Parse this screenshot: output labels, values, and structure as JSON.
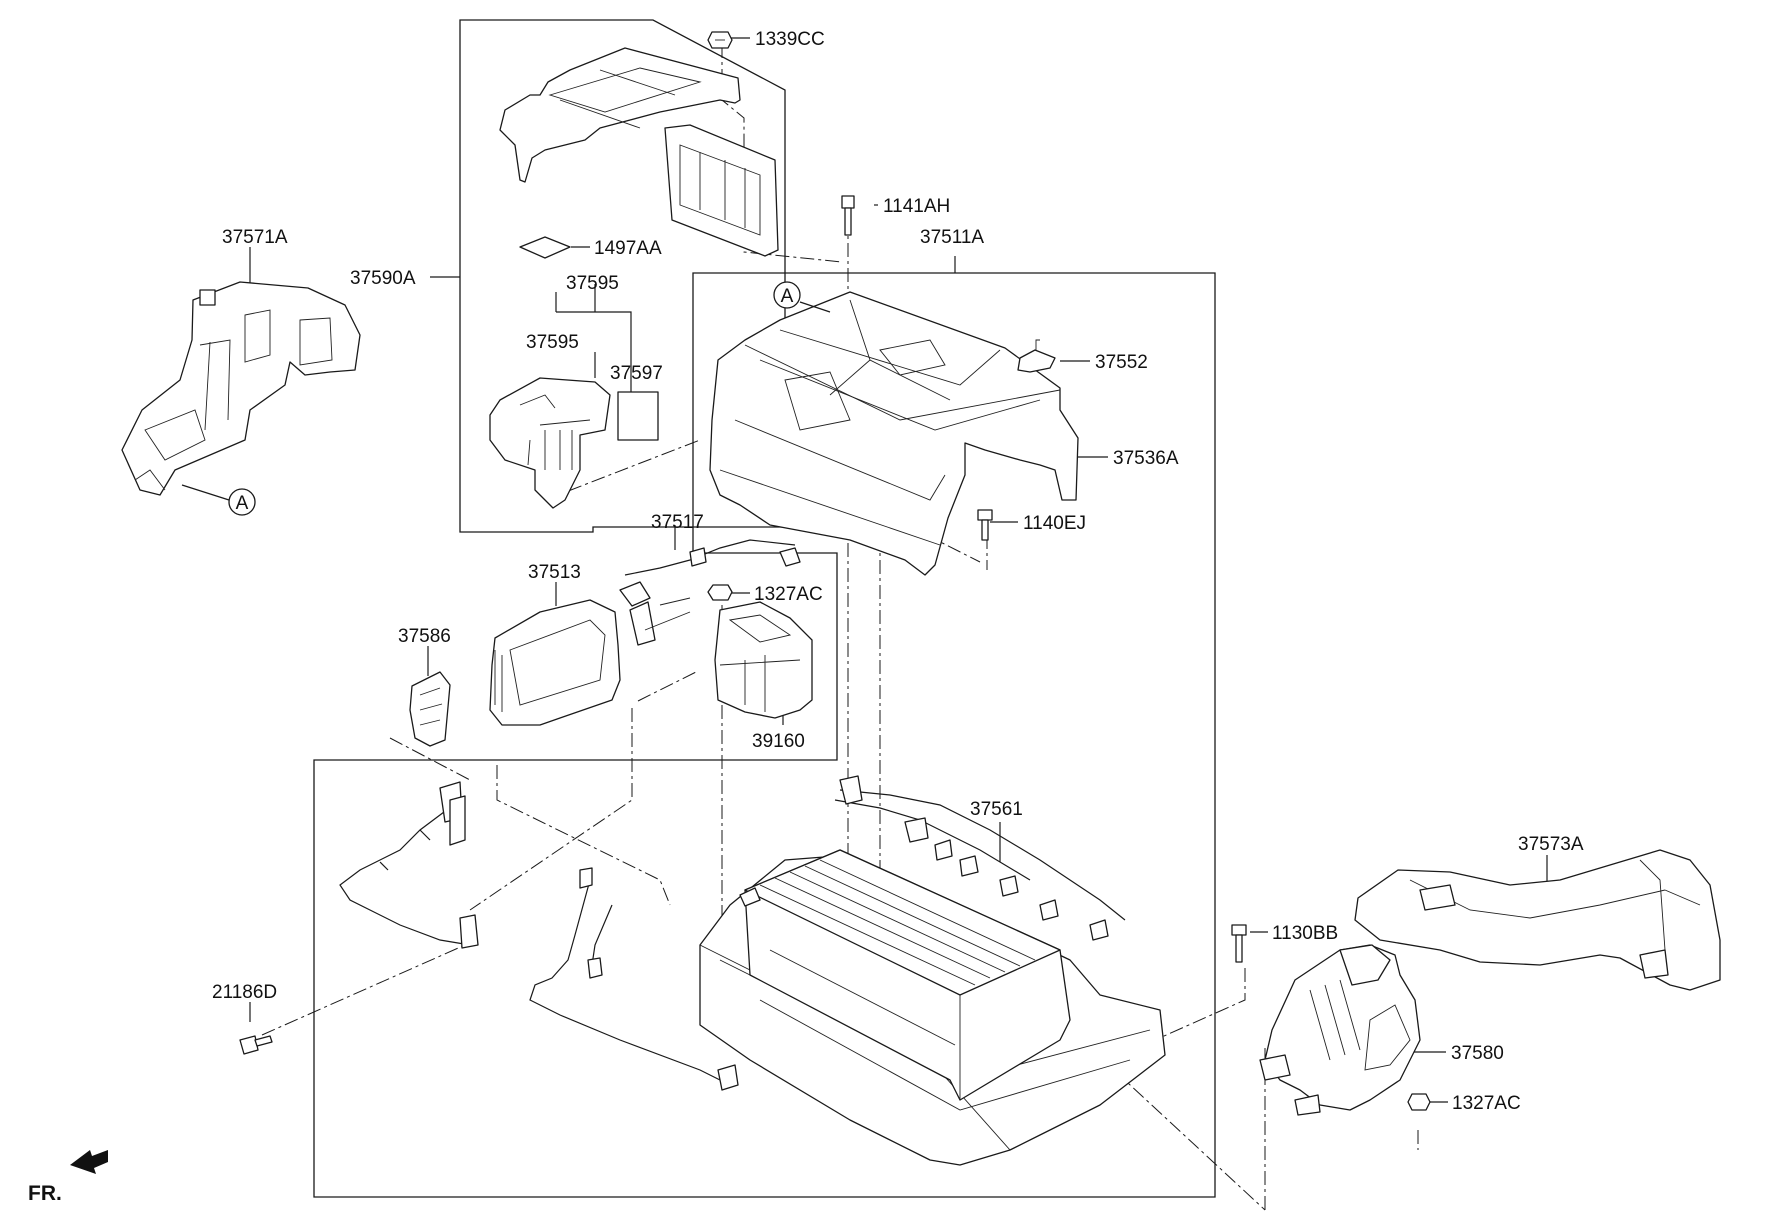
{
  "diagram": {
    "parts": {
      "p37571A": "37571A",
      "p37590A": "37590A",
      "p1339CC": "1339CC",
      "p1497AA": "1497AA",
      "p37595a": "37595",
      "p37595b": "37595",
      "p37597": "37597",
      "p1141AH": "1141AH",
      "p37511A": "37511A",
      "p37552": "37552",
      "p37536A": "37536A",
      "p1140EJ": "1140EJ",
      "p37517": "37517",
      "p37513": "37513",
      "p1327AC_a": "1327AC",
      "p37586": "37586",
      "p39160": "39160",
      "p37561": "37561",
      "p37573A": "37573A",
      "p1130BB": "1130BB",
      "p21186D": "21186D",
      "p37580": "37580",
      "p1327AC_b": "1327AC"
    },
    "reference_marks": {
      "a1": "A",
      "a2": "A"
    },
    "front_indicator": "FR."
  }
}
